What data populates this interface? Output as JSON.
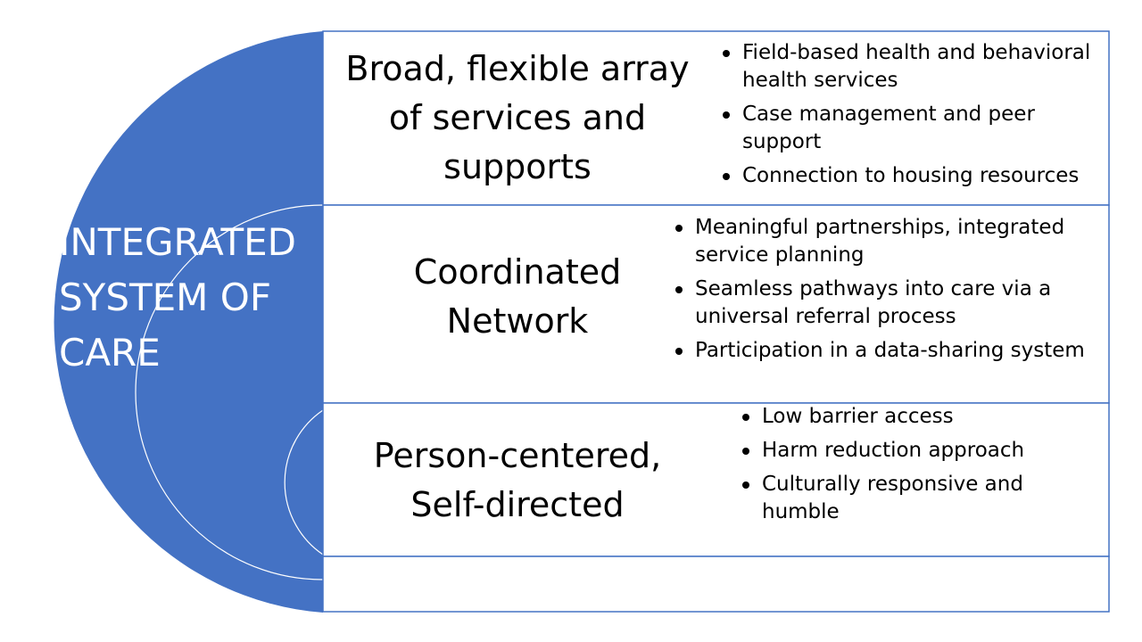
{
  "diagram": {
    "title_lines": [
      "INTEGRATED",
      "SYSTEM OF",
      "CARE"
    ],
    "colors": {
      "circle_fill": "#4472C4",
      "row_border": "#4472C4",
      "title_text": "#FFFFFF",
      "inner_arc": "#FFFFFF"
    },
    "rows": [
      {
        "heading_lines": [
          "Broad, flexible array",
          "of services and",
          "supports"
        ],
        "bullets": [
          {
            "lines": [
              "Field-based health and behavioral",
              "health services"
            ]
          },
          {
            "lines": [
              "Case management and peer",
              "support"
            ]
          },
          {
            "lines": [
              "Connection to housing resources"
            ]
          }
        ]
      },
      {
        "heading_lines": [
          "Coordinated",
          "Network"
        ],
        "bullets": [
          {
            "lines": [
              "Meaningful partnerships, integrated",
              "service planning"
            ]
          },
          {
            "lines": [
              "Seamless pathways into care via a",
              "universal referral process"
            ]
          },
          {
            "lines": [
              "Participation in a data-sharing system"
            ]
          }
        ]
      },
      {
        "heading_lines": [
          "Person-centered,",
          "Self-directed"
        ],
        "bullets": [
          {
            "lines": [
              "Low barrier access"
            ]
          },
          {
            "lines": [
              "Harm reduction approach"
            ]
          },
          {
            "lines": [
              "Culturally responsive and",
              "humble"
            ]
          }
        ]
      }
    ]
  }
}
